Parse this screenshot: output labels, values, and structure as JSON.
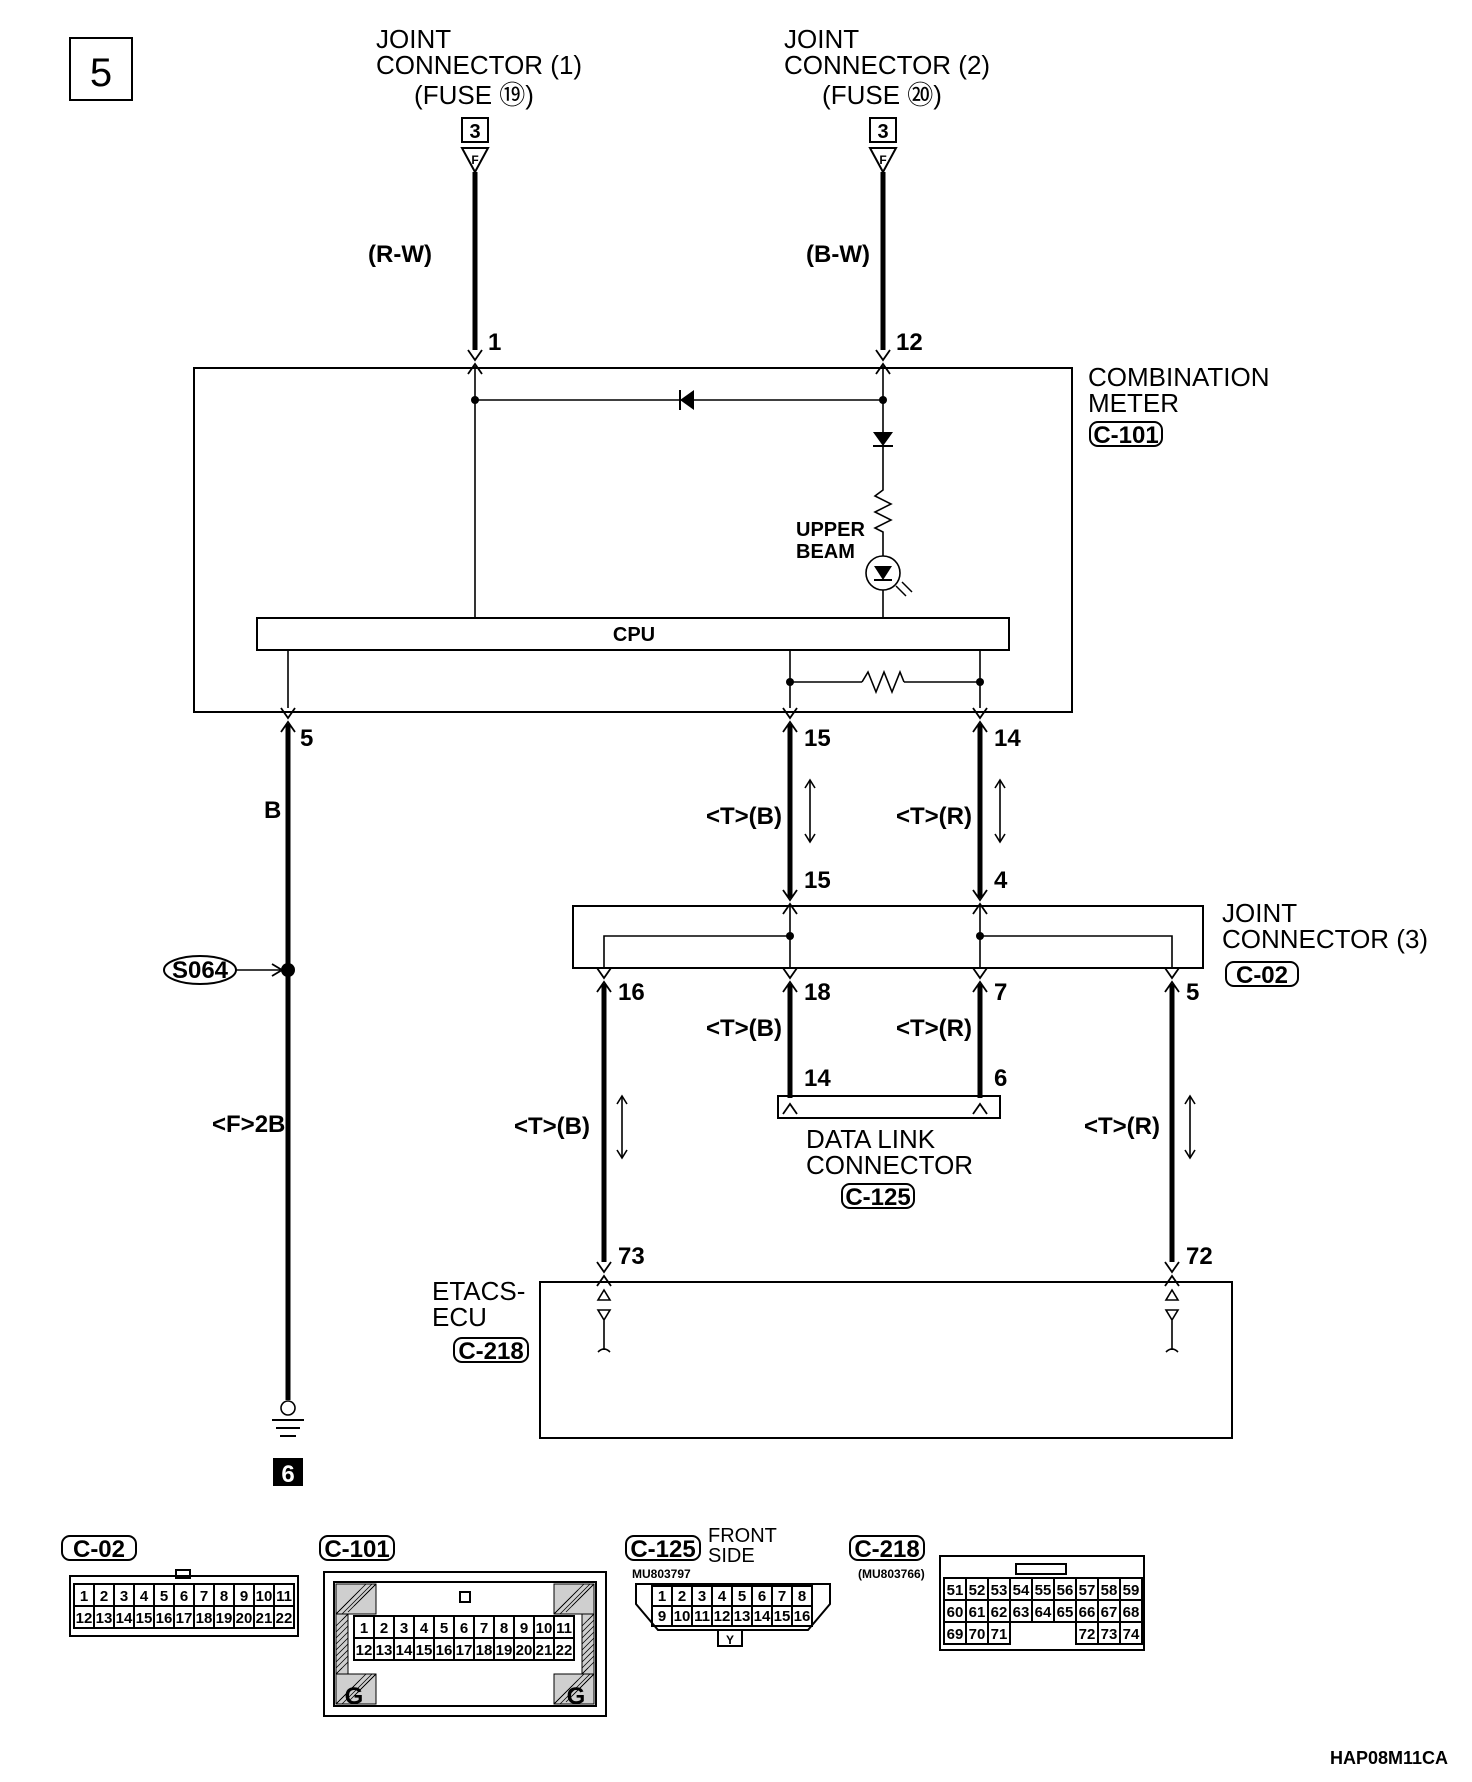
{
  "diagram": {
    "page_number": "5",
    "drawing_code": "HAP08M11CA",
    "sources": [
      {
        "line1": "JOINT",
        "line2": "CONNECTOR (1)",
        "fuse": "(FUSE ⑲)",
        "code": "3",
        "letter": "F",
        "wire": "(R-W)",
        "pin": "1"
      },
      {
        "line1": "JOINT",
        "line2": "CONNECTOR (2)",
        "fuse": "(FUSE ⑳)",
        "code": "3",
        "letter": "F",
        "wire": "(B-W)",
        "pin": "12"
      }
    ],
    "combination_meter": {
      "line1": "COMBINATION",
      "line2": "METER",
      "connector": "C-101",
      "lamp_line1": "UPPER",
      "lamp_line2": "BEAM",
      "cpu": "CPU",
      "pins": [
        "5",
        "15",
        "14"
      ]
    },
    "wires": {
      "ground": "B",
      "ground2": "<F>2B",
      "splice": "S064",
      "ground_ref": "6",
      "tb": "<T>(B)",
      "tr": "<T>(R)"
    },
    "joint3": {
      "line1": "JOINT",
      "line2": "CONNECTOR (3)",
      "connector": "C-02",
      "in_pins": [
        "15",
        "4"
      ],
      "out_pins": [
        "16",
        "18",
        "7",
        "5"
      ]
    },
    "dlc": {
      "line1": "DATA LINK",
      "line2": "CONNECTOR",
      "connector": "C-125",
      "pins": [
        "14",
        "6"
      ]
    },
    "etacs": {
      "line1": "ETACS-",
      "line2": "ECU",
      "connector": "C-218",
      "pins": [
        "73",
        "72"
      ]
    },
    "footer": {
      "c02": {
        "label": "C-02",
        "row1": [
          "1",
          "2",
          "3",
          "4",
          "5",
          "6",
          "7",
          "8",
          "9",
          "10",
          "11"
        ],
        "row2": [
          "12",
          "13",
          "14",
          "15",
          "16",
          "17",
          "18",
          "19",
          "20",
          "21",
          "22"
        ]
      },
      "c101": {
        "label": "C-101",
        "row1": [
          "1",
          "2",
          "3",
          "4",
          "5",
          "6",
          "7",
          "8",
          "9",
          "10",
          "11"
        ],
        "row2": [
          "12",
          "13",
          "14",
          "15",
          "16",
          "17",
          "18",
          "19",
          "20",
          "21",
          "22"
        ],
        "corner": "G"
      },
      "c125": {
        "label": "C-125",
        "note1": "FRONT",
        "note2": "SIDE",
        "part": "MU803797",
        "row1": [
          "1",
          "2",
          "3",
          "4",
          "5",
          "6",
          "7",
          "8"
        ],
        "row2": [
          "9",
          "10",
          "11",
          "12",
          "13",
          "14",
          "15",
          "16"
        ],
        "key": "Y"
      },
      "c218": {
        "label": "C-218",
        "part": "(MU803766)",
        "row1": [
          "51",
          "52",
          "53",
          "54",
          "55",
          "56",
          "57",
          "58",
          "59"
        ],
        "row2": [
          "60",
          "61",
          "62",
          "63",
          "64",
          "65",
          "66",
          "67",
          "68"
        ],
        "row3": [
          "69",
          "70",
          "71",
          "72",
          "73",
          "74"
        ]
      }
    }
  }
}
